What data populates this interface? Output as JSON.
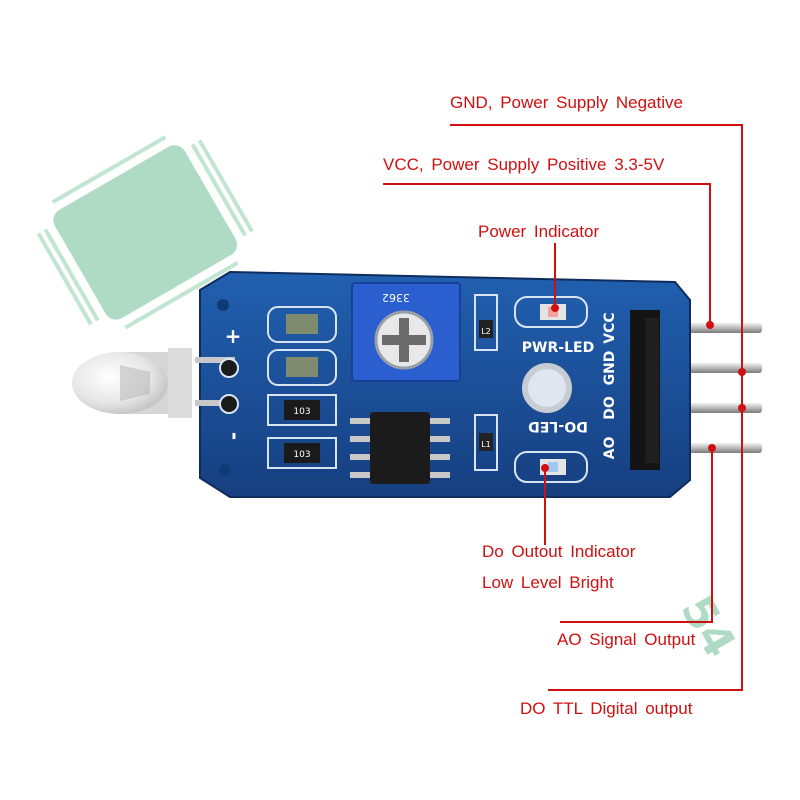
{
  "callouts": {
    "gnd": "GND, Power Supply Negative",
    "vcc": "VCC, Power Supply Positive 3.3-5V",
    "power_indicator": "Power Indicator",
    "do_indicator_line1": "Do Outout Indicator",
    "do_indicator_line2": "Low Level Bright",
    "ao": "AO Signal Output",
    "do": "DO TTL Digital output"
  },
  "board": {
    "pwr_led": "PWR-LED",
    "do_led": "DO-LED",
    "pin_vcc": "VCC",
    "pin_gnd": "GND",
    "pin_do": "DO",
    "pin_ao": "AO",
    "plus": "+",
    "minus": "-",
    "pot_code": "3362",
    "res_1": "103",
    "res_2": "103",
    "led_l2": "L2",
    "led_l1": "L1"
  },
  "watermark": {
    "number": "54"
  },
  "colors": {
    "callout_red": "#d01010",
    "pcb_blue": "#1b4d96",
    "header_black": "#141414",
    "pin_metal": "#c9c9c9",
    "watermark_green": "#6fbf95"
  }
}
